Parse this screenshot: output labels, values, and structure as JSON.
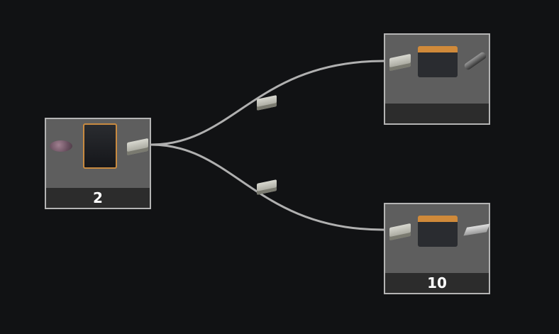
{
  "nodes": [
    {
      "id": "smelter",
      "machine": "smelter",
      "inputs": [
        "iron-ore"
      ],
      "outputs": [
        "iron-ingot"
      ],
      "count": "2"
    },
    {
      "id": "constructor-rod",
      "machine": "constructor",
      "inputs": [
        "iron-ingot"
      ],
      "outputs": [
        "iron-rod"
      ],
      "count": ""
    },
    {
      "id": "constructor-plate",
      "machine": "constructor",
      "inputs": [
        "iron-ingot"
      ],
      "outputs": [
        "iron-plate"
      ],
      "count": "10"
    }
  ],
  "edges": [
    {
      "from": "smelter",
      "to": "constructor-rod",
      "item": "iron-ingot"
    },
    {
      "from": "smelter",
      "to": "constructor-plate",
      "item": "iron-ingot"
    }
  ],
  "colors": {
    "background": "#111214",
    "node": "#5e5e5e",
    "footer": "#2c2c2c",
    "border": "#b4b4b4",
    "edge": "#b0b0b0"
  }
}
